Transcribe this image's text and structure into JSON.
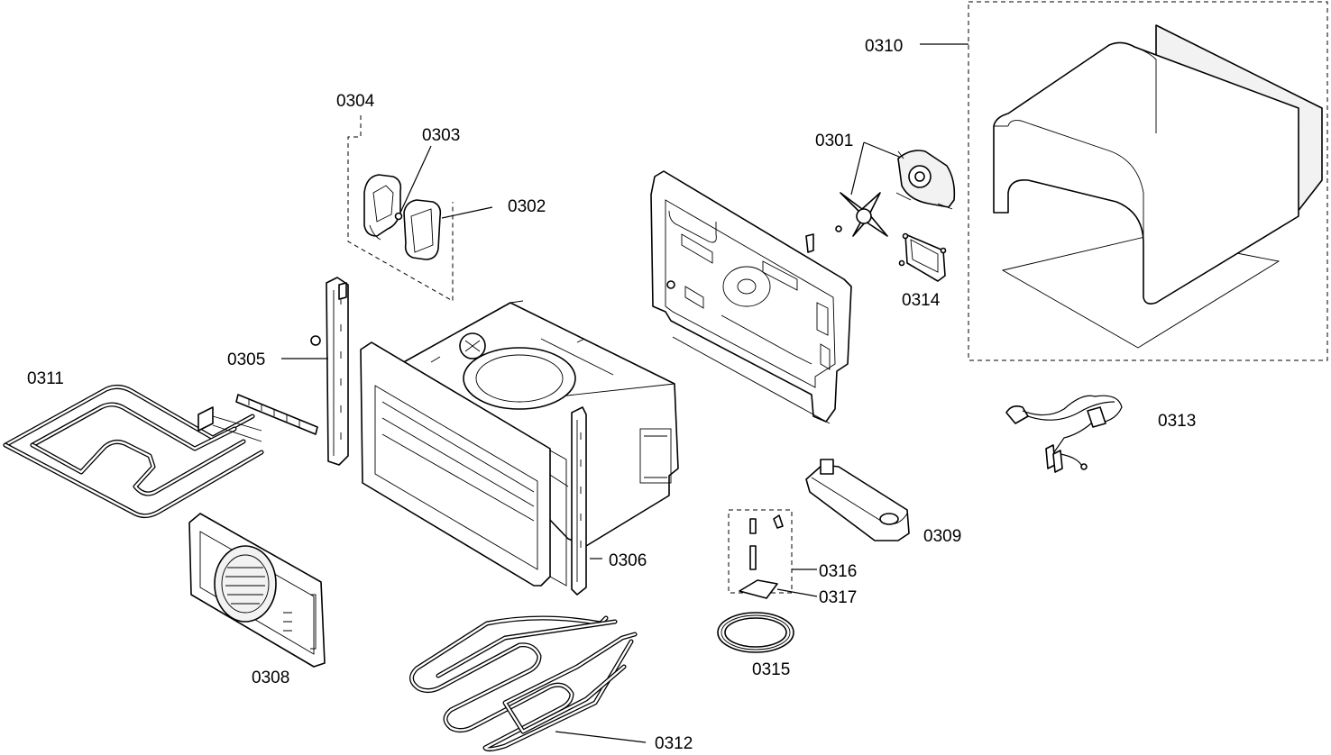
{
  "labels": {
    "p0301": "0301",
    "p0302": "0302",
    "p0303": "0303",
    "p0304": "0304",
    "p0305": "0305",
    "p0306": "0306",
    "p0308": "0308",
    "p0309": "0309",
    "p0310": "0310",
    "p0311": "0311",
    "p0312": "0312",
    "p0313": "0313",
    "p0314": "0314",
    "p0315": "0315",
    "p0316": "0316",
    "p0317": "0317"
  }
}
